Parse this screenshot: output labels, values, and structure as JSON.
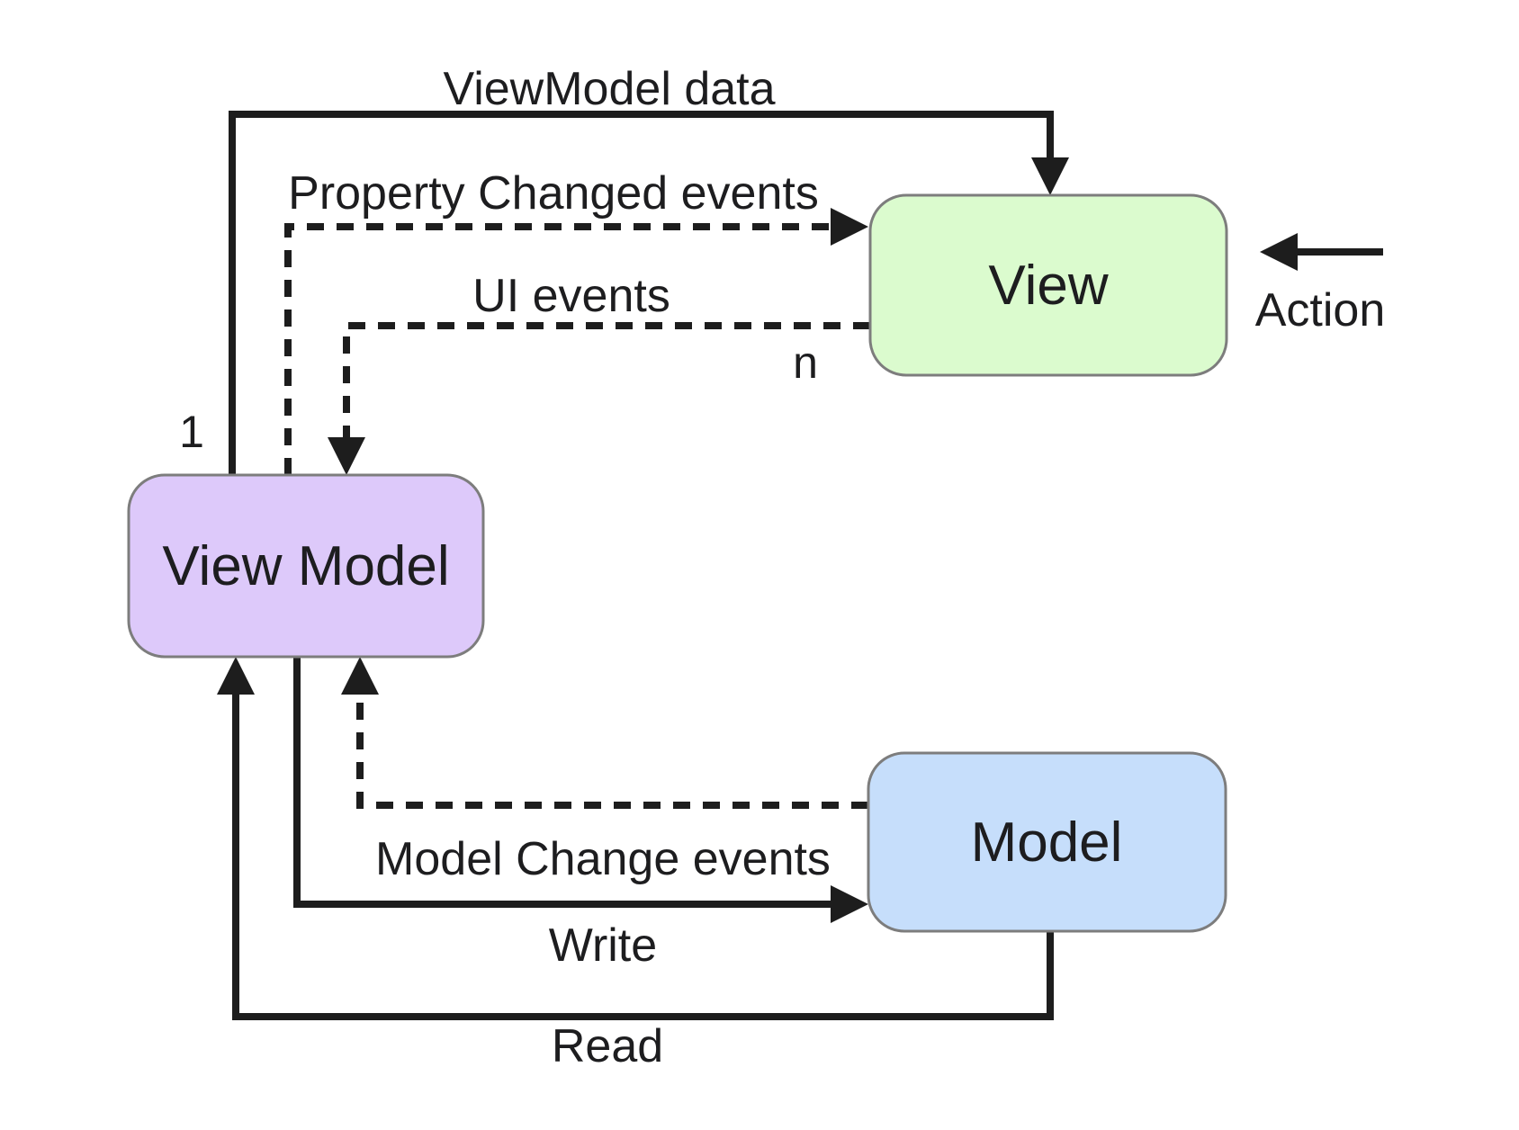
{
  "diagram": {
    "nodes": {
      "view": {
        "label": "View",
        "fill": "#dbfbce"
      },
      "view_model": {
        "label": "View Model",
        "fill": "#ddc9fa"
      },
      "model": {
        "label": "Model",
        "fill": "#c6defb"
      }
    },
    "edges": {
      "viewmodel_data": {
        "label": "ViewModel data",
        "style": "solid",
        "from": "view_model",
        "to": "view"
      },
      "property_changed": {
        "label": "Property Changed events",
        "style": "dashed",
        "from": "view_model",
        "to": "view"
      },
      "ui_events": {
        "label": "UI events",
        "style": "dashed",
        "from": "view",
        "to": "view_model"
      },
      "action": {
        "label": "Action",
        "style": "solid",
        "to": "view"
      },
      "model_change": {
        "label": "Model Change events",
        "style": "dashed",
        "from": "model",
        "to": "view_model"
      },
      "write": {
        "label": "Write",
        "style": "solid",
        "from": "view_model",
        "to": "model"
      },
      "read": {
        "label": "Read",
        "style": "solid",
        "from": "model",
        "to": "view_model"
      }
    },
    "multiplicity": {
      "view_model": "1",
      "view": "n"
    },
    "colors": {
      "ink": "#1d1d1d",
      "node_border": "#7d7d7d",
      "background": "#ffffff"
    }
  }
}
